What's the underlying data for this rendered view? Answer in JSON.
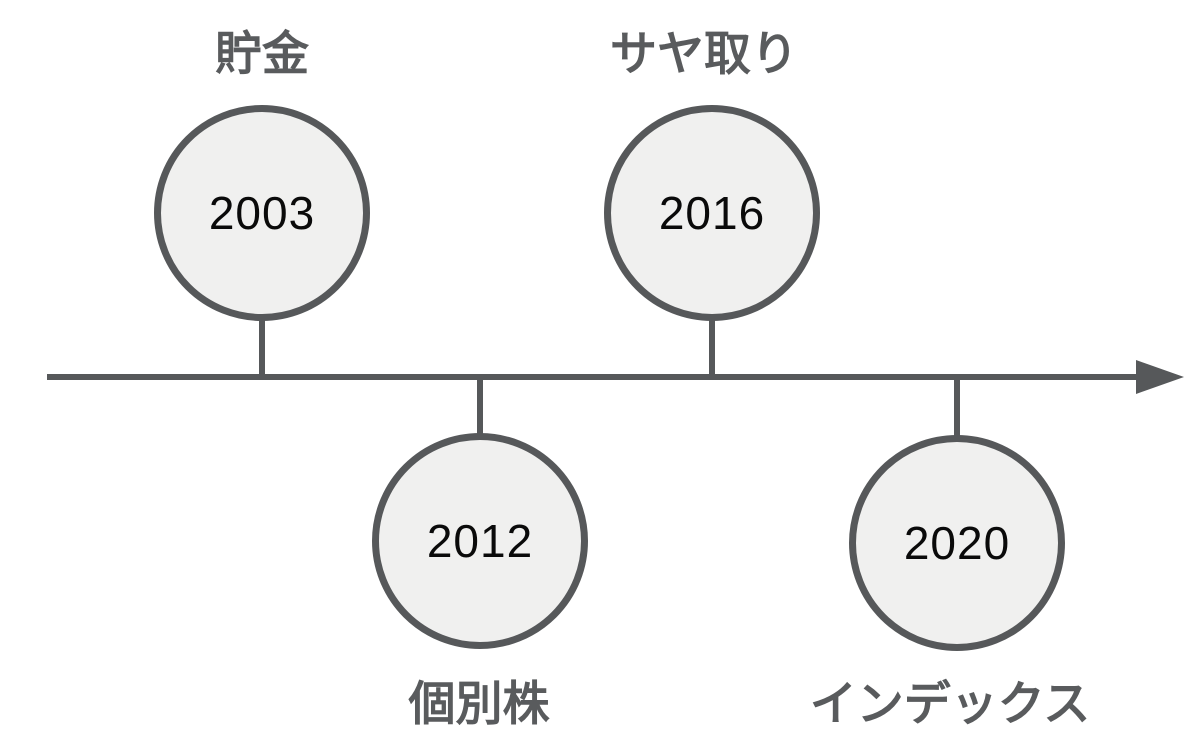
{
  "diagram": {
    "type": "timeline",
    "orientation": "horizontal",
    "colors": {
      "stroke": "#56585a",
      "circle_fill": "#f0f0ef",
      "label_text": "#595b5d",
      "year_text": "#0a0a0a",
      "background": "#ffffff"
    },
    "axis": {
      "direction": "left-to-right",
      "arrow_end": "right"
    },
    "events": [
      {
        "year": "2003",
        "label": "貯金",
        "side": "above"
      },
      {
        "year": "2012",
        "label": "個別株",
        "side": "below"
      },
      {
        "year": "2016",
        "label": "サヤ取り",
        "side": "above"
      },
      {
        "year": "2020",
        "label": "インデックス",
        "side": "below"
      }
    ]
  }
}
